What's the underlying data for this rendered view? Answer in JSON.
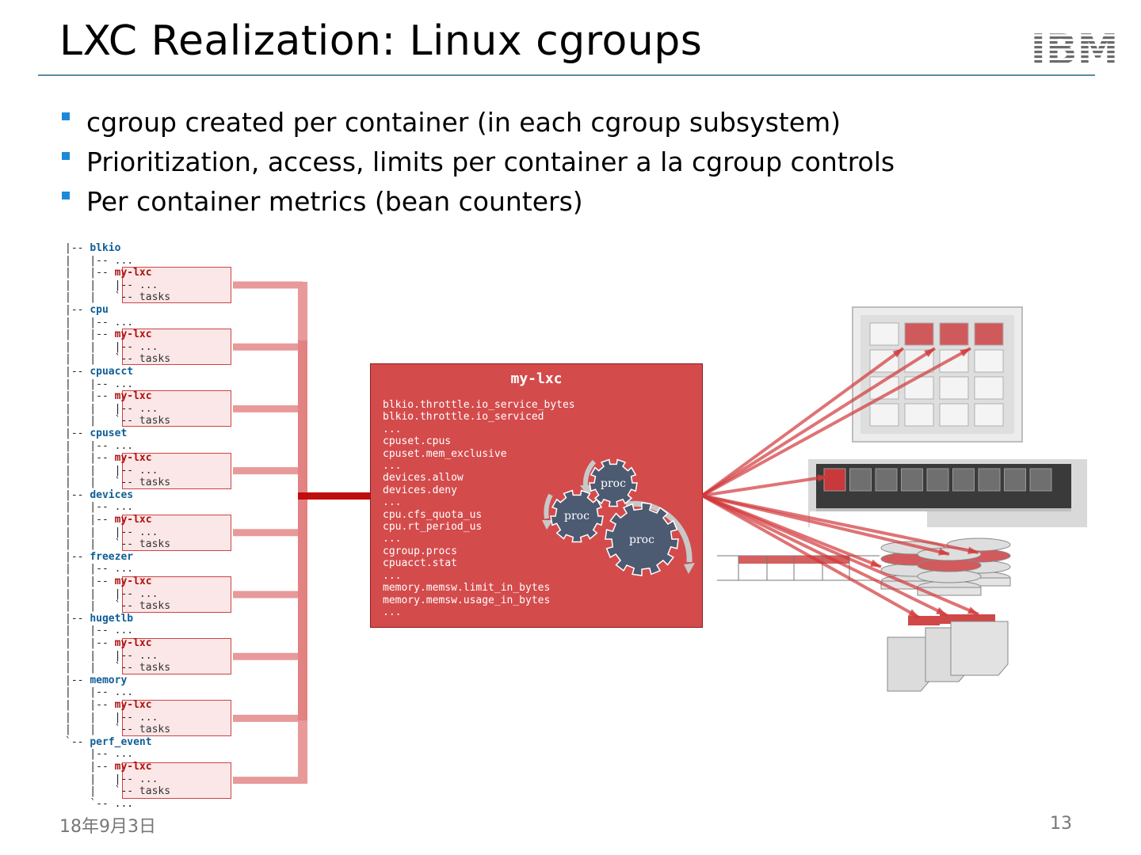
{
  "title": "LXC Realization: Linux cgroups",
  "logo_text": "IBM",
  "bullets": [
    "cgroup created per container (in each cgroup subsystem)",
    "Prioritization, access, limits per container a la cgroup controls",
    "Per container metrics (bean counters)"
  ],
  "tree": {
    "subsystems": [
      "blkio",
      "cpu",
      "cpuacct",
      "cpuset",
      "devices",
      "freezer",
      "hugetlb",
      "memory",
      "perf_event"
    ],
    "ellipsis": "...",
    "container": "my-lxc",
    "tasks": "tasks"
  },
  "container_box": {
    "title": "my-lxc",
    "files": [
      "blkio.throttle.io_service_bytes",
      "blkio.throttle.io_serviced",
      "...",
      "cpuset.cpus",
      "cpuset.mem_exclusive",
      "...",
      "devices.allow",
      "devices.deny",
      "...",
      "cpu.cfs_quota_us",
      "cpu.rt_period_us",
      "...",
      "cgroup.procs",
      "cpuacct.stat",
      "...",
      "memory.memsw.limit_in_bytes",
      "memory.memsw.usage_in_bytes",
      "..."
    ],
    "proc_labels": [
      "proc",
      "proc",
      "proc"
    ]
  },
  "colors": {
    "accent_red": "#d44b4c",
    "connector": "#e8999a",
    "subsystem_blue": "#0e5e96",
    "gear": "#4c5a72",
    "bullet_blue": "#1e88d8"
  },
  "footer": {
    "date": "18年9月3日",
    "page": "13"
  }
}
